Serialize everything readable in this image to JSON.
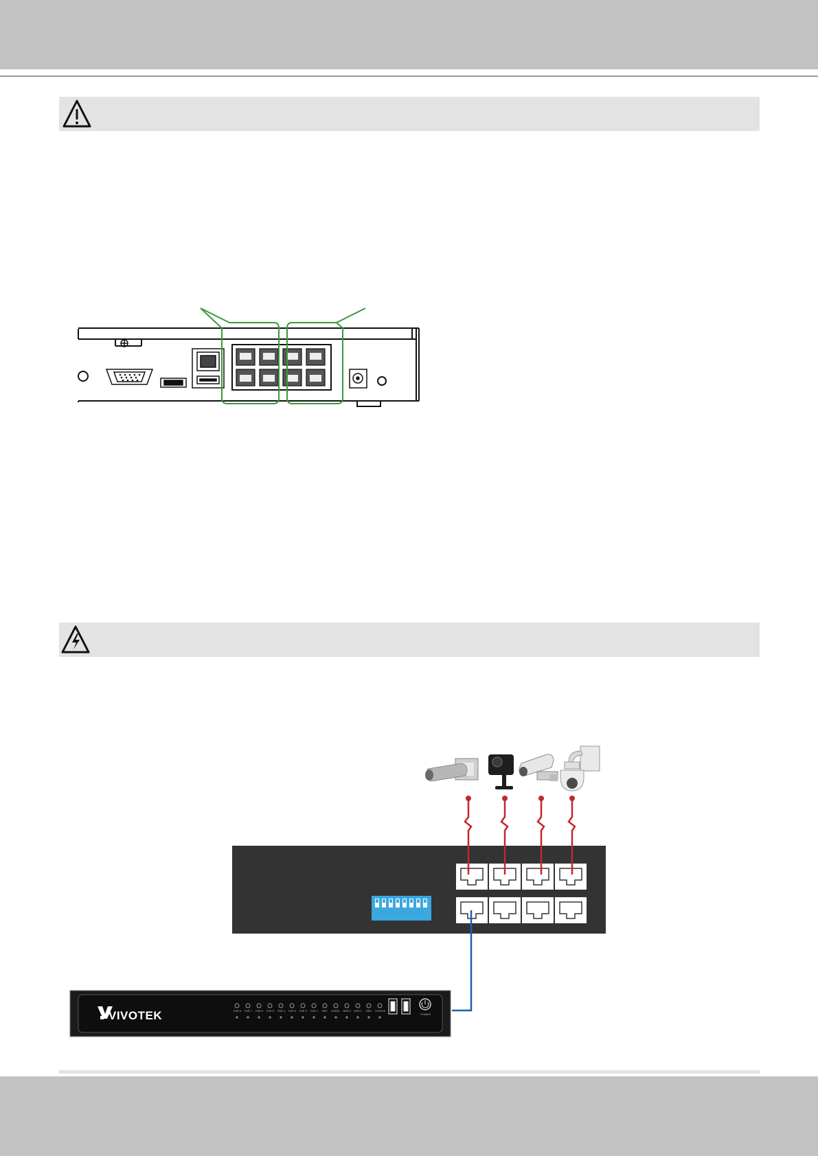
{
  "page": {
    "background": "#ffffff",
    "band_color": "#c1c2c1",
    "notice_bar_color": "#e2e3e2"
  },
  "notices": [
    {
      "icon": "warning-triangle-icon"
    },
    {
      "icon": "electric-shock-triangle-icon"
    }
  ],
  "figure_rear_panel": {
    "highlight_color": "#3a9a3a"
  },
  "figure_connection": {
    "camera_link_color": "#c0282d",
    "uplink_color": "#1f5fa8",
    "dip_switch_color": "#3aa7e0",
    "switch_body_color": "#333333",
    "nvr": {
      "brand": "VIVOTEK",
      "led_labels": [
        "PoE 8",
        "PoE 7",
        "PoE 6",
        "PoE 5",
        "PoE 4",
        "PoE 3",
        "PoE 2",
        "PoE 1",
        "NET",
        "eSATA",
        "HDD 2",
        "HDD 1",
        "REC",
        "STATUS"
      ],
      "power_label": "POWER"
    }
  }
}
